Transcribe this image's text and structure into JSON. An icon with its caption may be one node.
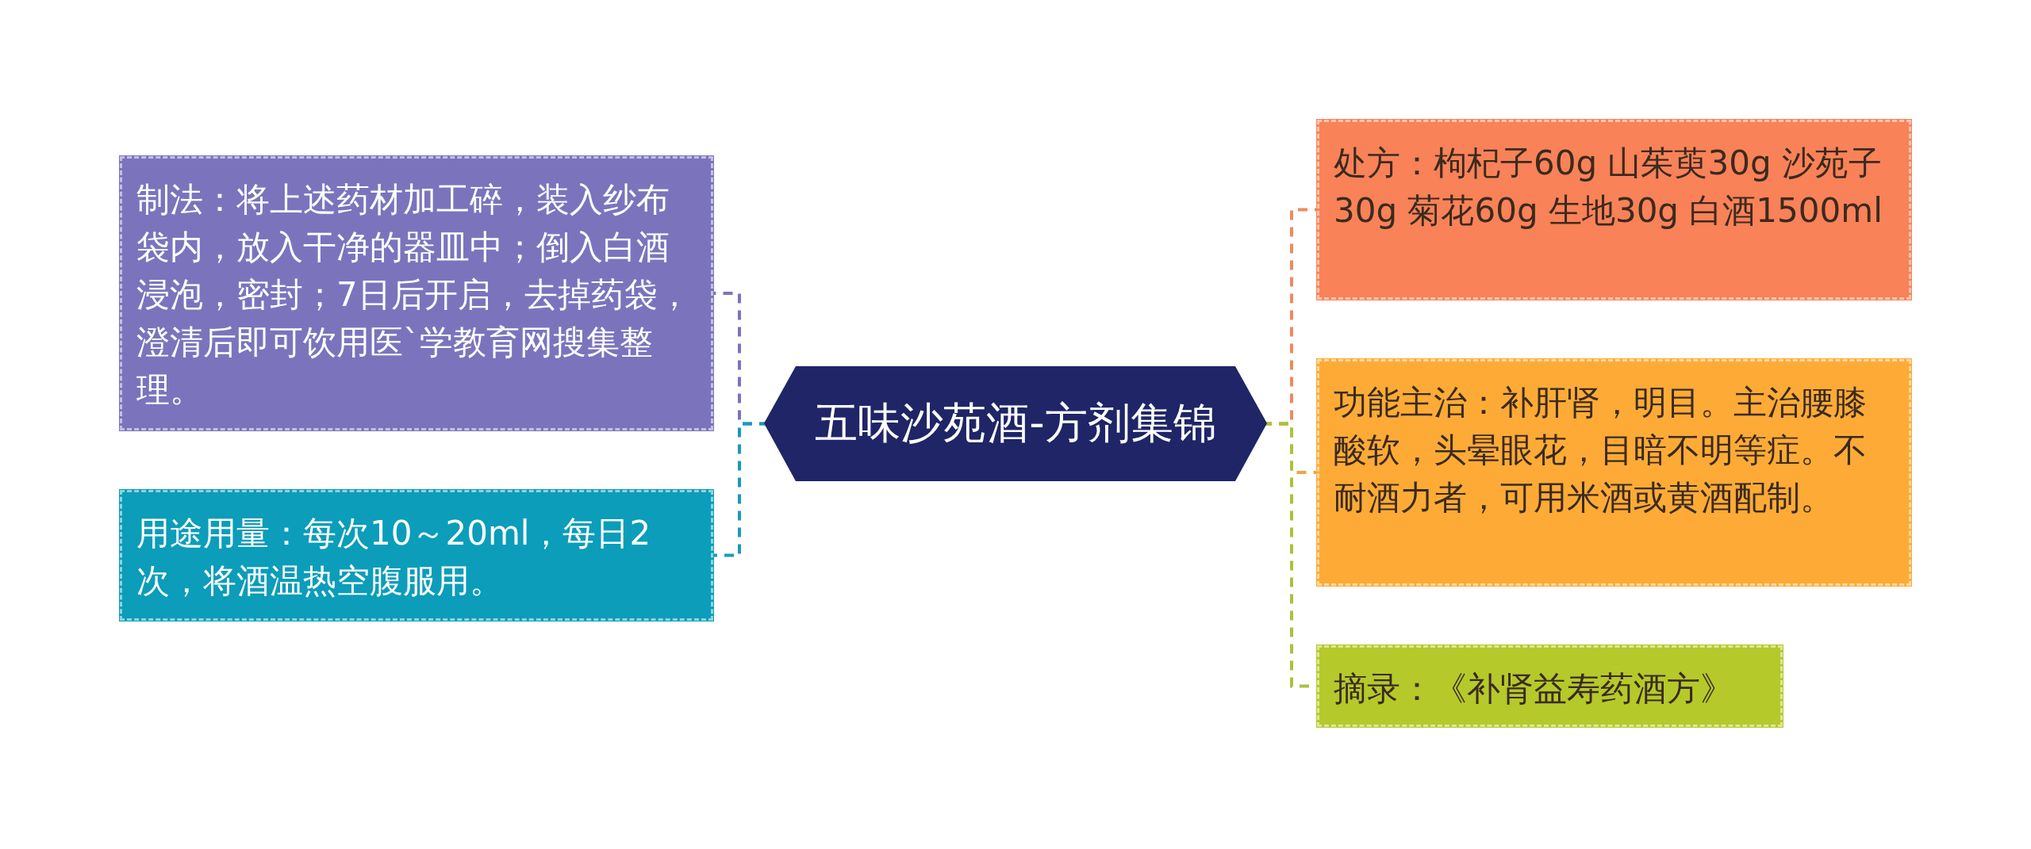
{
  "diagram": {
    "nodes": [
      {
        "text": [
          "五味沙苑酒-方剂集锦"
        ]
      },
      {
        "text": [
          "制法：将上述药材加工碎，装入纱布袋内，放入干净的器皿中；倒入白酒浸泡，密封；7日后开启，去掉药袋，澄清后即可饮用医`学教育网搜集整理。"
        ]
      },
      {
        "text": [
          "用途用量：每次10～20ml，每日2次，将酒温热空腹服用。"
        ]
      },
      {
        "text": [
          "处方：枸杞子60g 山茱萸30g 沙苑子30g 菊花60g 生地30g 白酒1500ml"
        ]
      },
      {
        "text": [
          "功能主治：补肝肾，明目。主治腰膝酸软，头晕眼花，目暗不明等症。不耐酒力者，可用米酒或黄酒配制。"
        ]
      },
      {
        "text": [
          "摘录：《补肾益寿药酒方》"
        ]
      }
    ],
    "edges": [
      {
        "from": 0,
        "to": 1,
        "arrow": "none",
        "style": "dashed",
        "color": "#7b74bd"
      },
      {
        "from": 0,
        "to": 2,
        "arrow": "none",
        "style": "dashed",
        "color": "#1a9bb8"
      },
      {
        "from": 0,
        "to": 3,
        "arrow": "none",
        "style": "dashed",
        "color": "#f08a5e"
      },
      {
        "from": 0,
        "to": 4,
        "arrow": "none",
        "style": "dashed",
        "color": "#f0a640"
      },
      {
        "from": 0,
        "to": 5,
        "arrow": "none",
        "style": "dashed",
        "color": "#a9c23a"
      }
    ]
  }
}
